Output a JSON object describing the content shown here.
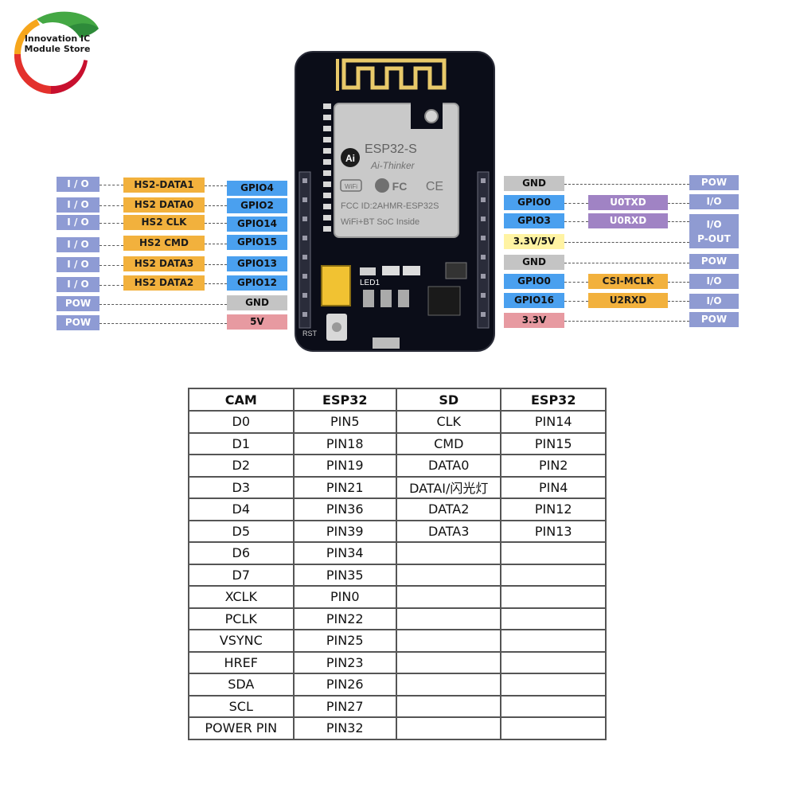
{
  "logo": {
    "line1": "Innovation IC",
    "line2": "Module Store"
  },
  "board": {
    "module_name": "ESP32-S",
    "vendor": "Ai-Thinker",
    "fcc": "FCC ID:2AHMR-ESP32S",
    "tagline": "WiFi+BT SoC Inside",
    "led_label": "LED1",
    "rst_label": "RST",
    "wifi_mark": "WiFi",
    "fc_mark": "FC",
    "ce_mark": "CE"
  },
  "left_pins": [
    {
      "type": "I / O",
      "func": "HS2-DATA1",
      "gpio": "GPIO4"
    },
    {
      "type": "I / O",
      "func": "HS2 DATA0",
      "gpio": "GPIO2"
    },
    {
      "type": "I / O",
      "func": "HS2 CLK",
      "gpio": "GPIO14"
    },
    {
      "type": "I / O",
      "func": "HS2 CMD",
      "gpio": "GPIO15"
    },
    {
      "type": "I / O",
      "func": "HS2 DATA3",
      "gpio": "GPIO13"
    },
    {
      "type": "I / O",
      "func": "HS2 DATA2",
      "gpio": "GPIO12"
    },
    {
      "type": "POW",
      "func": "",
      "gpio": "GND"
    },
    {
      "type": "POW",
      "func": "",
      "gpio": "5V"
    }
  ],
  "right_pins": [
    {
      "pin": "GND",
      "func": "",
      "type": "POW"
    },
    {
      "pin": "GPIO0",
      "func": "U0TXD",
      "type": "I/O"
    },
    {
      "pin": "GPIO3",
      "func": "U0RXD",
      "type": "I/O"
    },
    {
      "pin": "3.3V/5V",
      "func": "",
      "type": "P-OUT"
    },
    {
      "pin": "GND",
      "func": "",
      "type": "POW"
    },
    {
      "pin": "GPIO0",
      "func": "CSI-MCLK",
      "type": "I/O"
    },
    {
      "pin": "GPIO16",
      "func": "U2RXD",
      "type": "I/O"
    },
    {
      "pin": "3.3V",
      "func": "",
      "type": "POW"
    }
  ],
  "table": {
    "headers": [
      "CAM",
      "ESP32",
      "SD",
      "ESP32"
    ],
    "cam_rows": [
      [
        "D0",
        "PIN5"
      ],
      [
        "D1",
        "PIN18"
      ],
      [
        "D2",
        "PIN19"
      ],
      [
        "D3",
        "PIN21"
      ],
      [
        "D4",
        "PIN36"
      ],
      [
        "D5",
        "PIN39"
      ],
      [
        "D6",
        "PIN34"
      ],
      [
        "D7",
        "PIN35"
      ],
      [
        "XCLK",
        "PIN0"
      ],
      [
        "PCLK",
        "PIN22"
      ],
      [
        "VSYNC",
        "PIN25"
      ],
      [
        "HREF",
        "PIN23"
      ],
      [
        "SDA",
        "PIN26"
      ],
      [
        "SCL",
        "PIN27"
      ],
      [
        "POWER PIN",
        "PIN32"
      ]
    ],
    "sd_rows": [
      [
        "CLK",
        "PIN14"
      ],
      [
        "CMD",
        "PIN15"
      ],
      [
        "DATA0",
        "PIN2"
      ],
      [
        "DATAI/闪光灯",
        "PIN4"
      ],
      [
        "DATA2",
        "PIN12"
      ],
      [
        "DATA3",
        "PIN13"
      ]
    ]
  },
  "colors": {
    "pow": "#8e9bd4",
    "hs": "#f2b13d",
    "gpio": "#4aa0ef",
    "gnd": "#c4c4c4",
    "v5": "#e79aa1",
    "v33v5": "#fff3a3",
    "uart": "#a083c4",
    "board": "#0b0d18"
  }
}
